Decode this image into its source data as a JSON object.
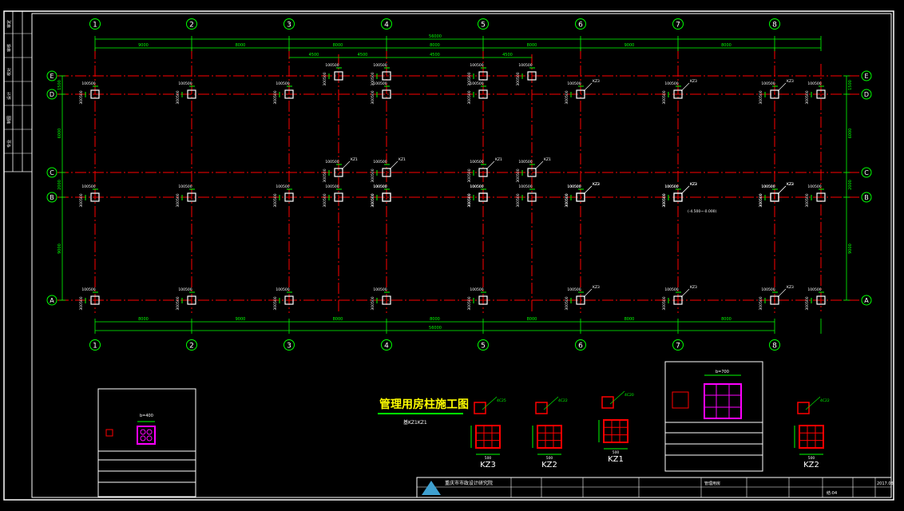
{
  "colors": {
    "background": "#000000",
    "frame": "#ffffff",
    "axis": "#ff0000",
    "grid_bubble": "#00ff00",
    "dimension": "#00ff00",
    "column": "#ffffff",
    "rebar": "#ff0000",
    "highlight": "#ff00ff",
    "title": "#ffff00"
  },
  "grid": {
    "vertical_labels": [
      "1",
      "2",
      "3",
      "4",
      "5",
      "6",
      "7",
      "8"
    ],
    "horizontal_labels": [
      "A",
      "B",
      "C",
      "D",
      "E"
    ]
  },
  "dimensions": {
    "top_overall": "56000",
    "bottom_overall": "56000",
    "top_spans": [
      "9000",
      "8000",
      "8000",
      "8000",
      "8000",
      "9000",
      "8000"
    ],
    "top_sub": [
      "4500",
      "4500",
      "4500",
      "4500"
    ],
    "bottom_spans": [
      "8000",
      "9000",
      "8000",
      "8000",
      "8000",
      "8000",
      "8000"
    ],
    "left_spans": [
      "1500",
      "6000",
      "2000",
      "9000"
    ],
    "right_spans": [
      "1500",
      "6000",
      "2000",
      "9000"
    ]
  },
  "column_tags": {
    "kz1": "KZ1",
    "kz2": "KZ2",
    "kz3": "KZ3",
    "offset_a": "100",
    "offset_b": "500",
    "offset_c": "300",
    "note": "(-4.500~-0.000)"
  },
  "drawing_title": {
    "main": "管理用房柱施工图",
    "sub": "基KZ1KZ1"
  },
  "details": [
    {
      "name": "KZ3",
      "size": "500",
      "rebar": "4C25"
    },
    {
      "name": "KZ2",
      "size": "500",
      "rebar": "4C22"
    },
    {
      "name": "KZ1",
      "size": "500",
      "rebar": "4C20"
    },
    {
      "name": "KZ2",
      "size": "500",
      "rebar": "4C22"
    }
  ],
  "section_boxes": {
    "left_dim": "b=400",
    "right_dim": "b=700"
  },
  "title_block": {
    "company": "重庆市市政设计研究院",
    "project_label": "管理用房",
    "drawing_no": "结-04",
    "date": "2017.03"
  },
  "sidebar_labels": [
    "审定",
    "审核",
    "校对",
    "设计",
    "制图",
    "专业"
  ]
}
